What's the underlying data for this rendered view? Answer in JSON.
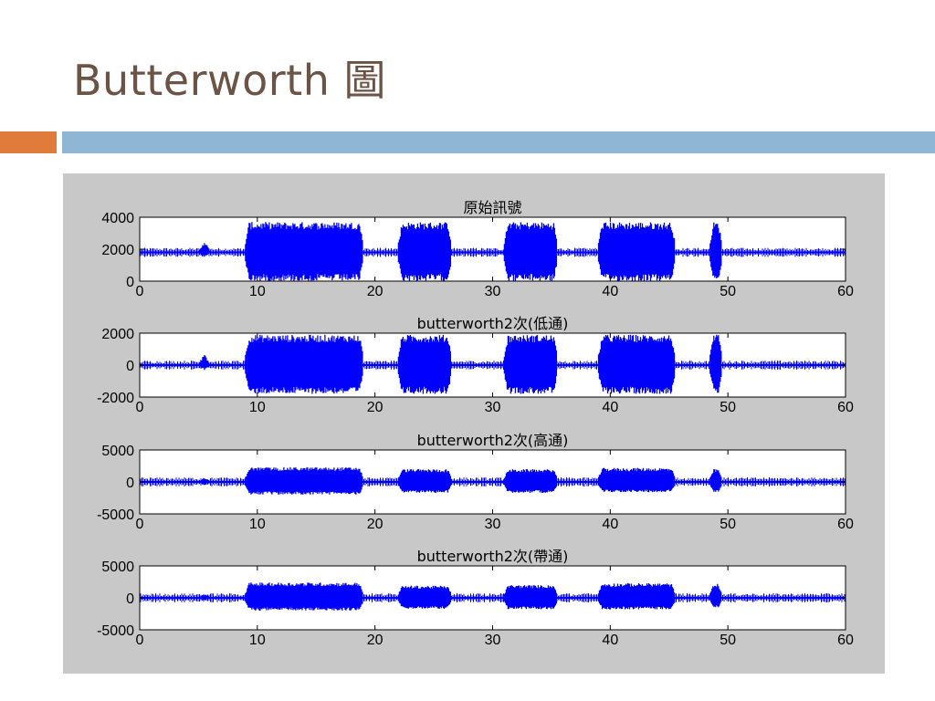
{
  "slide": {
    "title": "Butterworth 圖"
  },
  "colors": {
    "title_text": "#6b5346",
    "accent_orange": "#e07b3c",
    "accent_blue": "#90b6d6",
    "figure_background": "#c8c8c8",
    "axes_background": "#ffffff",
    "signal": "#0000ff"
  },
  "chart_data": [
    {
      "type": "line",
      "title": "原始訊號",
      "xlim": [
        0,
        60
      ],
      "ylim": [
        0,
        4000
      ],
      "xticks": [
        "0",
        "10",
        "20",
        "30",
        "40",
        "50",
        "60"
      ],
      "yticks": [
        "0",
        "2000",
        "4000"
      ],
      "series": [
        {
          "color": "#0000ff",
          "baseline": 1800,
          "segments": [
            {
              "x": [
                9,
                19
              ],
              "min": 0,
              "max": 3700
            },
            {
              "x": [
                22,
                26.5
              ],
              "min": 0,
              "max": 3700
            },
            {
              "x": [
                31,
                35.5
              ],
              "min": 0,
              "max": 3700
            },
            {
              "x": [
                39,
                45.5
              ],
              "min": 0,
              "max": 3700
            },
            {
              "x": [
                48.5,
                49.5
              ],
              "min": 0,
              "max": 3700
            }
          ],
          "small_burst": {
            "x": 5.5,
            "min": 1500,
            "max": 2600
          }
        }
      ]
    },
    {
      "type": "line",
      "title": "butterworth2次(低通)",
      "xlim": [
        0,
        60
      ],
      "ylim": [
        -2000,
        2000
      ],
      "xticks": [
        "0",
        "10",
        "20",
        "30",
        "40",
        "50",
        "60"
      ],
      "yticks": [
        "-2000",
        "0",
        "2000"
      ],
      "series": [
        {
          "color": "#0000ff",
          "baseline": 0,
          "segments": [
            {
              "x": [
                9,
                19
              ],
              "min": -1800,
              "max": 1900
            },
            {
              "x": [
                22,
                26.5
              ],
              "min": -1800,
              "max": 1900
            },
            {
              "x": [
                31,
                35.5
              ],
              "min": -1800,
              "max": 1900
            },
            {
              "x": [
                39,
                45.5
              ],
              "min": -1800,
              "max": 1900
            },
            {
              "x": [
                48.5,
                49.5
              ],
              "min": -1800,
              "max": 1900
            }
          ],
          "small_burst": {
            "x": 5.5,
            "min": -350,
            "max": 800
          }
        }
      ]
    },
    {
      "type": "line",
      "title": "butterworth2次(高通)",
      "xlim": [
        0,
        60
      ],
      "ylim": [
        -5000,
        5000
      ],
      "xticks": [
        "0",
        "10",
        "20",
        "30",
        "40",
        "50",
        "60"
      ],
      "yticks": [
        "-5000",
        "0",
        "5000"
      ],
      "series": [
        {
          "color": "#0000ff",
          "baseline": 0,
          "segments": [
            {
              "x": [
                9,
                19
              ],
              "min": -2000,
              "max": 2300
            },
            {
              "x": [
                22,
                26.5
              ],
              "min": -1700,
              "max": 2000
            },
            {
              "x": [
                31,
                35.5
              ],
              "min": -1700,
              "max": 2000
            },
            {
              "x": [
                39,
                45.5
              ],
              "min": -1600,
              "max": 2200
            },
            {
              "x": [
                48.5,
                49.5
              ],
              "min": -1600,
              "max": 2000
            }
          ],
          "small_burst": {
            "x": 5.5,
            "min": -500,
            "max": 700
          }
        }
      ]
    },
    {
      "type": "line",
      "title": "butterworth2次(帶通)",
      "xlim": [
        0,
        60
      ],
      "ylim": [
        -5000,
        5000
      ],
      "xticks": [
        "0",
        "10",
        "20",
        "30",
        "40",
        "50",
        "60"
      ],
      "yticks": [
        "-5000",
        "0",
        "5000"
      ],
      "series": [
        {
          "color": "#0000ff",
          "baseline": 0,
          "segments": [
            {
              "x": [
                9,
                19
              ],
              "min": -2000,
              "max": 2400
            },
            {
              "x": [
                22,
                26.5
              ],
              "min": -1700,
              "max": 1900
            },
            {
              "x": [
                31,
                35.5
              ],
              "min": -1800,
              "max": 2000
            },
            {
              "x": [
                39,
                45.5
              ],
              "min": -1800,
              "max": 2300
            },
            {
              "x": [
                48.5,
                49.5
              ],
              "min": -1500,
              "max": 2200
            }
          ],
          "small_burst": {
            "x": 5.5,
            "min": -500,
            "max": 600
          }
        }
      ]
    }
  ]
}
